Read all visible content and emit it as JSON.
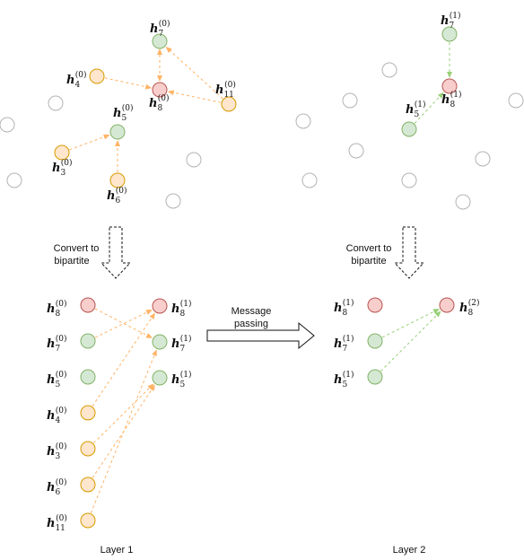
{
  "colors": {
    "orange_fill": "#ffe6cc",
    "orange_stroke": "#d79b00",
    "red_fill": "#f8cecc",
    "red_stroke": "#b85450",
    "green_fill": "#d5e8d4",
    "green_stroke": "#82b366",
    "empty_stroke": "#b3b3b3",
    "orange_edge": "#ffb366",
    "green_edge": "#97d077"
  },
  "nodes": {
    "l1_h7": {
      "base": "h",
      "sub": "7",
      "sup": "(0)"
    },
    "l1_h4": {
      "base": "h",
      "sub": "4",
      "sup": "(0)"
    },
    "l1_h8": {
      "base": "h",
      "sub": "8",
      "sup": "(0)"
    },
    "l1_h11": {
      "base": "h",
      "sub": "11",
      "sup": "(0)"
    },
    "l1_h5": {
      "base": "h",
      "sub": "5",
      "sup": "(0)"
    },
    "l1_h3": {
      "base": "h",
      "sub": "3",
      "sup": "(0)"
    },
    "l1_h6": {
      "base": "h",
      "sub": "6",
      "sup": "(0)"
    },
    "l2_h7": {
      "base": "h",
      "sub": "7",
      "sup": "(1)"
    },
    "l2_h8": {
      "base": "h",
      "sub": "8",
      "sup": "(1)"
    },
    "l2_h5": {
      "base": "h",
      "sub": "5",
      "sup": "(1)"
    },
    "b1_l_h8": {
      "base": "h",
      "sub": "8",
      "sup": "(0)"
    },
    "b1_l_h7": {
      "base": "h",
      "sub": "7",
      "sup": "(0)"
    },
    "b1_l_h5": {
      "base": "h",
      "sub": "5",
      "sup": "(0)"
    },
    "b1_l_h4": {
      "base": "h",
      "sub": "4",
      "sup": "(0)"
    },
    "b1_l_h3": {
      "base": "h",
      "sub": "3",
      "sup": "(0)"
    },
    "b1_l_h6": {
      "base": "h",
      "sub": "6",
      "sup": "(0)"
    },
    "b1_l_h11": {
      "base": "h",
      "sub": "11",
      "sup": "(0)"
    },
    "b1_r_h8": {
      "base": "h",
      "sub": "8",
      "sup": "(1)"
    },
    "b1_r_h7": {
      "base": "h",
      "sub": "7",
      "sup": "(1)"
    },
    "b1_r_h5": {
      "base": "h",
      "sub": "5",
      "sup": "(1)"
    },
    "b2_l_h8": {
      "base": "h",
      "sub": "8",
      "sup": "(1)"
    },
    "b2_l_h7": {
      "base": "h",
      "sub": "7",
      "sup": "(1)"
    },
    "b2_l_h5": {
      "base": "h",
      "sub": "5",
      "sup": "(1)"
    },
    "b2_r_h8": {
      "base": "h",
      "sub": "8",
      "sup": "(2)"
    }
  },
  "captions": {
    "convert_left": [
      "Convert to",
      "bipartite"
    ],
    "convert_right": [
      "Convert to",
      "bipartite"
    ],
    "message": [
      "Message",
      "passing"
    ],
    "layer1": "Layer 1",
    "layer2": "Layer 2"
  }
}
